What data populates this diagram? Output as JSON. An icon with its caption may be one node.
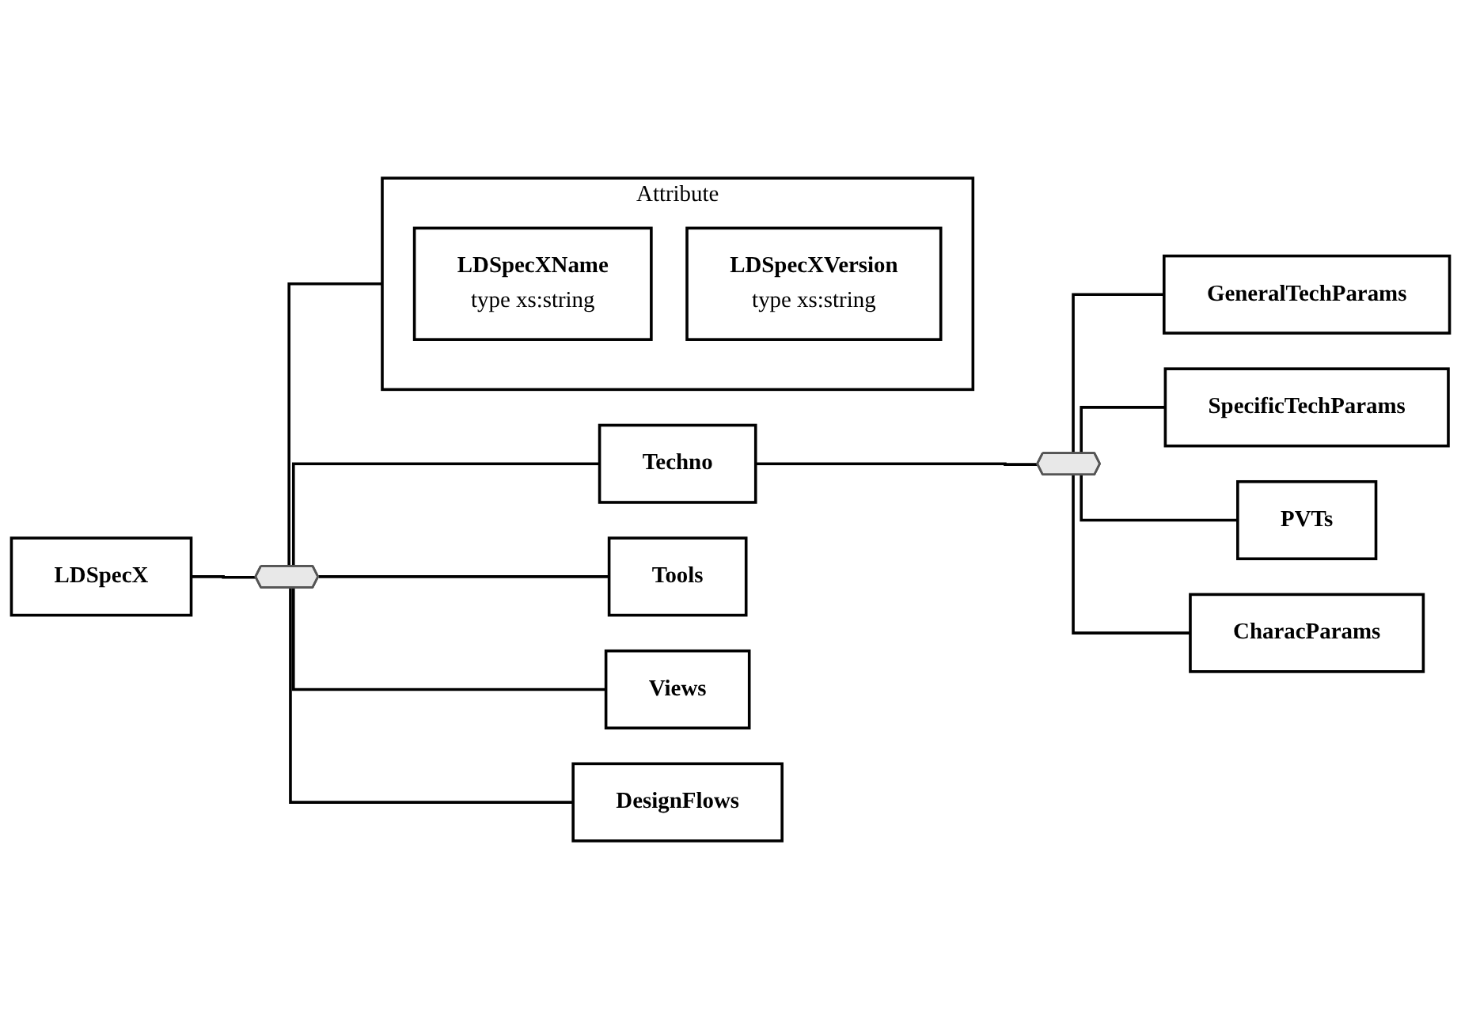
{
  "diagram": {
    "nodes": [
      {
        "text": [
          "LDSpecX"
        ]
      },
      {
        "text": [],
        "shape": "octagon"
      },
      {
        "text": [
          "Attribute"
        ]
      },
      {
        "text": [
          "LDSpecXName",
          "type",
          "xs:string"
        ],
        "in": 2
      },
      {
        "text": [
          "LDSpecXVersion",
          "type",
          "xs:string"
        ],
        "in": 2
      },
      {
        "text": [
          "Techno"
        ]
      },
      {
        "text": [],
        "shape": "octagon"
      },
      {
        "text": [
          "GeneralTechParams"
        ]
      },
      {
        "text": [
          "SpecificTechParams"
        ]
      },
      {
        "text": [
          "PVTs"
        ]
      },
      {
        "text": [
          "CharacParams"
        ]
      },
      {
        "text": [
          "Tools"
        ]
      },
      {
        "text": [
          "Views"
        ]
      },
      {
        "text": [
          "DesignFlows"
        ]
      }
    ],
    "edges": [
      {
        "from": 0,
        "to": 1,
        "arrow": "none"
      },
      {
        "from": 1,
        "to": 2,
        "arrow": "none"
      },
      {
        "from": 1,
        "to": 5,
        "arrow": "none"
      },
      {
        "from": 1,
        "to": 11,
        "arrow": "none"
      },
      {
        "from": 1,
        "to": 12,
        "arrow": "none"
      },
      {
        "from": 1,
        "to": 13,
        "arrow": "none"
      },
      {
        "from": 5,
        "to": 6,
        "arrow": "none"
      },
      {
        "from": 6,
        "to": 7,
        "arrow": "none"
      },
      {
        "from": 6,
        "to": 8,
        "arrow": "none"
      },
      {
        "from": 6,
        "to": 9,
        "arrow": "none"
      },
      {
        "from": 6,
        "to": 10,
        "arrow": "none"
      }
    ]
  }
}
